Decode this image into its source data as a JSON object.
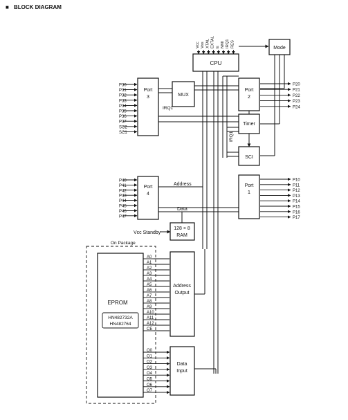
{
  "heading": {
    "bullet": "■",
    "title": "BLOCK DIAGRAM"
  },
  "cpu": {
    "label": "CPU",
    "inputs": [
      "Vcc",
      "Vss",
      "XTAL",
      "EXTAL",
      "E",
      "NMI",
      "IRQ1",
      "RES"
    ]
  },
  "blocks": {
    "mode": "Mode",
    "port3": [
      "Port",
      "3"
    ],
    "mux": "MUX",
    "port2": [
      "Port",
      "2"
    ],
    "timer": "Timer",
    "sci": "SCI",
    "port4": [
      "Port",
      "4"
    ],
    "port1": [
      "Port",
      "1"
    ],
    "ram": [
      "128 × 8",
      "RAM"
    ],
    "address_output": [
      "Address",
      "Output"
    ],
    "data_input": [
      "Data",
      "Input"
    ],
    "eprom": "EPROM",
    "eprom_parts": [
      "HN482732A",
      "HN482764"
    ]
  },
  "bus_labels": {
    "irq1_a": "IRQ1",
    "irq1_b": "IRQ1",
    "address": "Address",
    "data": "Data"
  },
  "vcc_standby": "Vcc  Standby",
  "on_package": "On Package",
  "pins": {
    "port3": [
      "P30",
      "P31",
      "P32",
      "P33",
      "P34",
      "P35",
      "P36",
      "P37",
      "SC2",
      "SC1"
    ],
    "port2": [
      "P20",
      "P21",
      "P22",
      "P23",
      "P24"
    ],
    "port4": [
      "P40",
      "P41",
      "P42",
      "P43",
      "P44",
      "P45",
      "P46",
      "P47"
    ],
    "port1": [
      "P10",
      "P11",
      "P12",
      "P13",
      "P14",
      "P15",
      "P16",
      "P17"
    ],
    "address": [
      "A0",
      "A1",
      "A2",
      "A3",
      "A4",
      "A5",
      "A6",
      "A7",
      "A8",
      "A9",
      "A10",
      "A11",
      "A12",
      "CE"
    ],
    "data": [
      "O0",
      "O1",
      "O2",
      "O3",
      "O4",
      "O5",
      "O6",
      "O7"
    ]
  }
}
